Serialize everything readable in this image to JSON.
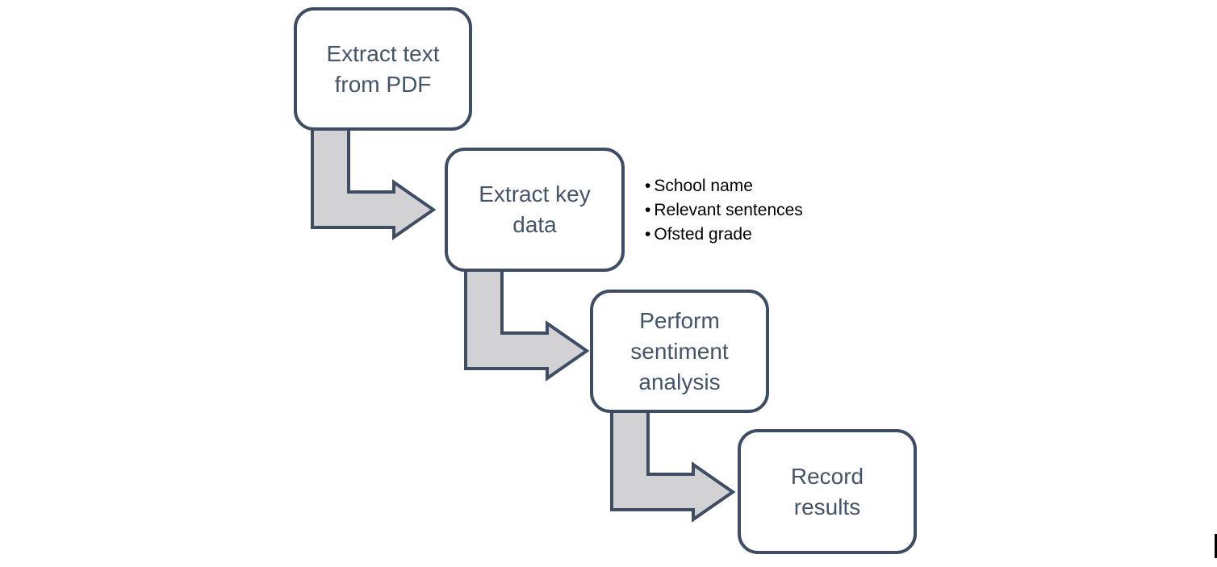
{
  "flowchart": {
    "steps": [
      "Extract text from PDF",
      "Extract key data",
      "Perform sentiment analysis",
      "Record results"
    ],
    "key_data_bullets": [
      "School name",
      "Relevant sentences",
      "Ofsted grade"
    ]
  },
  "colors": {
    "stroke": "#3E4D64",
    "text": "#44546A",
    "box-fill": "#FFFFFF",
    "arrow-fill": "#D2D2D5",
    "bullet-text": "#000000",
    "page-bg": "#FFFFFF"
  }
}
